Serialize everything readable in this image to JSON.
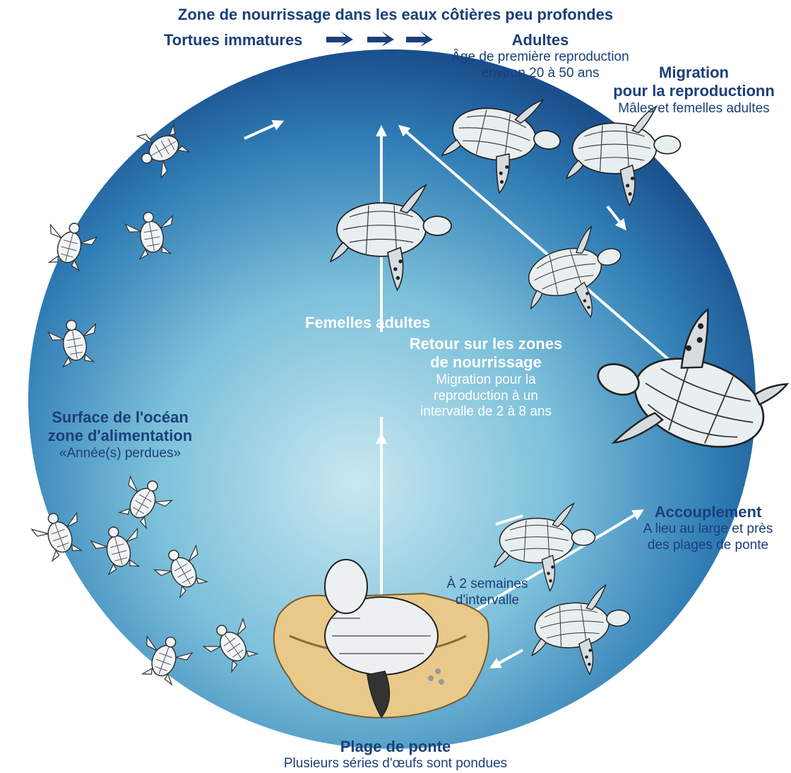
{
  "header": {
    "zone_title": "Zone de nourrissage dans les eaux côtières peu profondes",
    "immature_label": "Tortues immatures"
  },
  "adults": {
    "title": "Adultes",
    "line1": "Âge de première reproduction",
    "line2": "environ 20 à 50 ans"
  },
  "migration": {
    "title1": "Migration",
    "title2": "pour la reproductionn",
    "sub": "Mâles et femelles adultes"
  },
  "females": {
    "title": "Femelles adultes"
  },
  "return": {
    "title1": "Retour sur les zones",
    "title2": "de nourrissage",
    "line1": "Migration pour la",
    "line2": "reproduction à un",
    "line3": "intervalle de 2 à 8 ans"
  },
  "ocean": {
    "title1": "Surface de l'océan",
    "title2": "zone d'alimentation",
    "sub": "«Année(s) perdues»"
  },
  "mating": {
    "title": "Accouplement",
    "line1": "A lieu au large et près",
    "line2": "des plages de ponte"
  },
  "interval": {
    "line1": "À 2 semaines",
    "line2": "d'intervalle"
  },
  "beach": {
    "title": "Plage de ponte",
    "sub": "Plusieurs séries d'œufs sont pondues"
  },
  "colors": {
    "text_dark": "#1b3f7a",
    "ocean_deep": "#1f5d99",
    "ocean_light": "#bfe3ef",
    "sand": "#e8c98a"
  }
}
